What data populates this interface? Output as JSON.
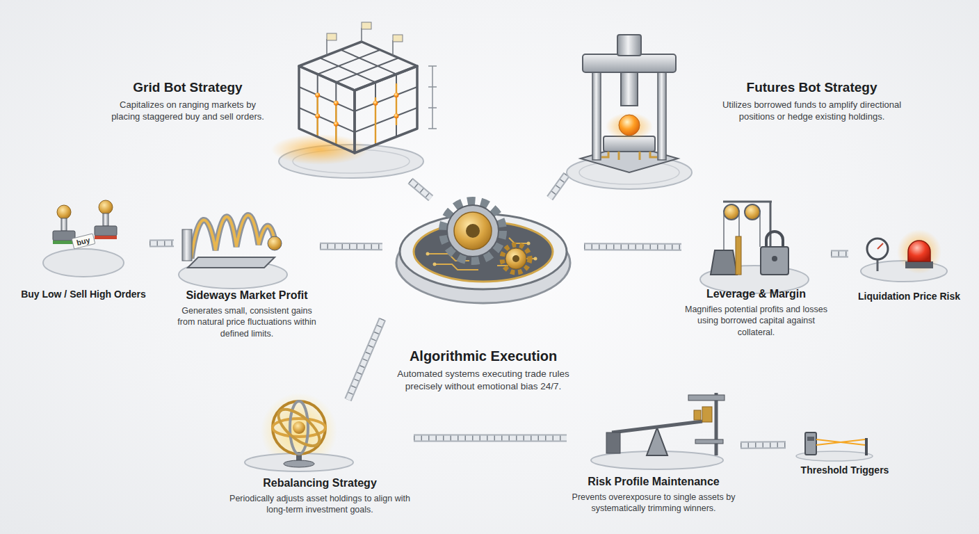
{
  "diagram": {
    "nodes": [
      {
        "text": [
          "Grid Bot Strategy",
          "Capitalizes on ranging markets by placing staggered buy and sell orders."
        ]
      },
      {
        "text": [
          "Futures Bot Strategy",
          "Utilizes borrowed funds to amplify directional positions or hedge existing holdings."
        ]
      },
      {
        "text": [
          "Buy Low / Sell High Orders"
        ]
      },
      {
        "text": [
          "Sideways Market Profit",
          "Generates small, consistent gains from natural price fluctuations within defined limits."
        ]
      },
      {
        "text": [
          "Algorithmic Execution",
          "Automated systems executing trade rules precisely without emotional bias 24/7."
        ]
      },
      {
        "text": [
          "Leverage & Margin",
          "Magnifies potential profits and losses using borrowed capital against collateral."
        ]
      },
      {
        "text": [
          "Liquidation Price Risk"
        ]
      },
      {
        "text": [
          "Rebalancing Strategy",
          "Periodically adjusts asset holdings to align with long-term investment goals."
        ]
      },
      {
        "text": [
          "Risk Profile Maintenance",
          "Prevents overexposure to single assets by systematically trimming winners."
        ]
      },
      {
        "text": [
          "Threshold Triggers"
        ]
      }
    ],
    "edges": [
      {
        "from": 0,
        "to": 4,
        "arrow": "none"
      },
      {
        "from": 1,
        "to": 4,
        "arrow": "none"
      },
      {
        "from": 2,
        "to": 3,
        "arrow": "none"
      },
      {
        "from": 3,
        "to": 4,
        "arrow": "none"
      },
      {
        "from": 4,
        "to": 5,
        "arrow": "none"
      },
      {
        "from": 5,
        "to": 6,
        "arrow": "none"
      },
      {
        "from": 4,
        "to": 7,
        "arrow": "none"
      },
      {
        "from": 7,
        "to": 8,
        "arrow": "none"
      },
      {
        "from": 8,
        "to": 9,
        "arrow": "none"
      }
    ],
    "labels": [
      "buy"
    ]
  }
}
